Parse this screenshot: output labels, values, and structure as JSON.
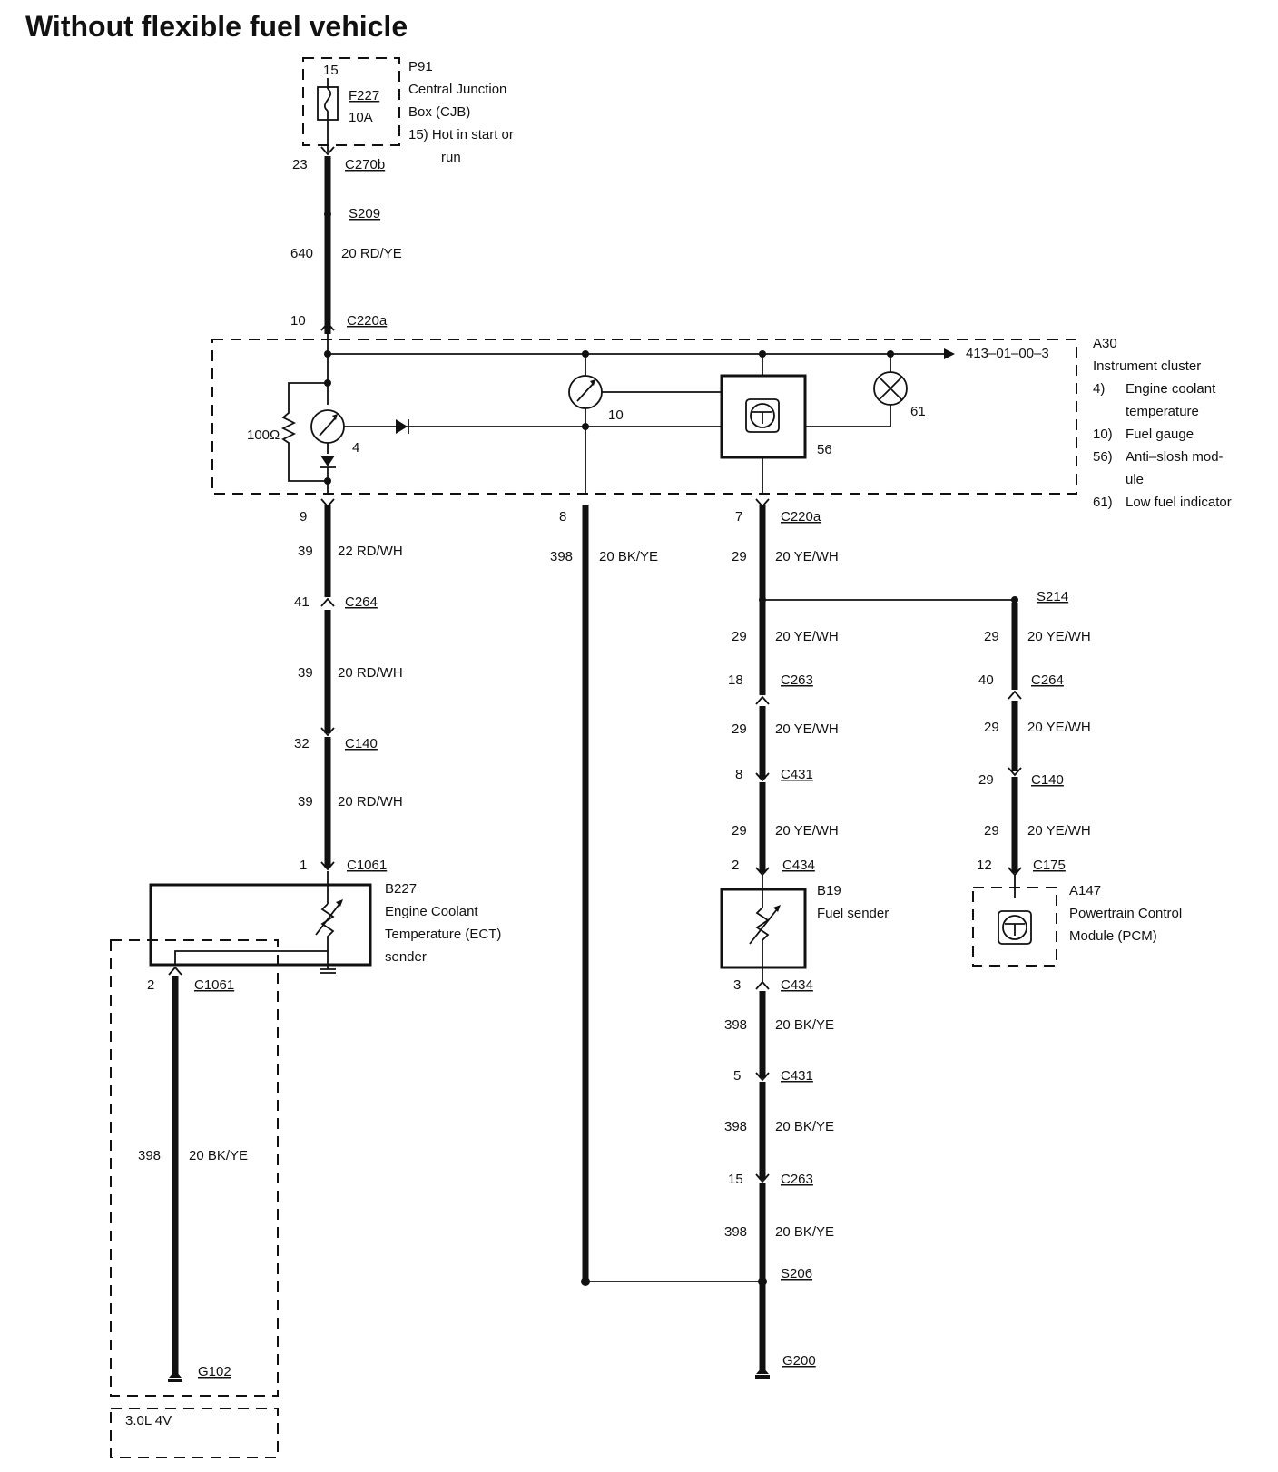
{
  "title": "Without flexible fuel vehicle",
  "cjb": {
    "pin": "15",
    "fuse": "F227",
    "rating": "10A",
    "ref": "P91",
    "name_line1": "Central Junction",
    "name_line2": "Box (CJB)",
    "note_line1": "15)  Hot in start or",
    "note_line2": "run"
  },
  "left_wire": {
    "pin_c270b": "23",
    "c270b": "C270b",
    "s209": "S209",
    "circuit1": "640",
    "gauge1": "20 RD/YE",
    "pin_c220a": "10",
    "c220a": "C220a",
    "pin9": "9",
    "circuit2": "39",
    "gauge2": "22 RD/WH",
    "pin41": "41",
    "c264": "C264",
    "circuit3": "39",
    "gauge3": "20 RD/WH",
    "pin32": "32",
    "c140": "C140",
    "circuit4": "39",
    "gauge4": "20 RD/WH",
    "pin1": "1",
    "c1061": "C1061"
  },
  "cluster": {
    "ref": "A30",
    "name": "Instrument cluster",
    "items": [
      {
        "num": "4)",
        "line1": "Engine coolant",
        "line2": "temperature"
      },
      {
        "num": "10)",
        "line1": "Fuel gauge",
        "line2": ""
      },
      {
        "num": "56)",
        "line1": "Anti–slosh mod-",
        "line2": "ule"
      },
      {
        "num": "61)",
        "line1": "Low fuel indicator",
        "line2": ""
      }
    ],
    "resistor": "100Ω",
    "label4": "4",
    "label10": "10",
    "label56": "56",
    "label61": "61",
    "arrow_ref": "413–01–00–3"
  },
  "mid_wire": {
    "pin8": "8",
    "circuit": "398",
    "gauge": "20 BK/YE"
  },
  "right_wire": {
    "pin7": "7",
    "c220a": "C220a",
    "circuit1": "29",
    "gauge1": "20 YE/WH",
    "circuit2": "29",
    "gauge2": "20 YE/WH",
    "pin18": "18",
    "c263": "C263",
    "circuit3": "29",
    "gauge3": "20 YE/WH",
    "pin8": "8",
    "c431": "C431",
    "circuit4": "29",
    "gauge4": "20 YE/WH",
    "pin2": "2",
    "c434": "C434",
    "pin3": "3",
    "c434b": "C434",
    "circuit5": "398",
    "gauge5": "20 BK/YE",
    "pin5": "5",
    "c431b": "C431",
    "circuit6": "398",
    "gauge6": "20 BK/YE",
    "pin15": "15",
    "c263b": "C263",
    "circuit7": "398",
    "gauge7": "20 BK/YE",
    "s206": "S206",
    "g200": "G200"
  },
  "pcm_wire": {
    "s214": "S214",
    "circuit1": "29",
    "gauge1": "20 YE/WH",
    "pin40": "40",
    "c264": "C264",
    "circuit2": "29",
    "gauge2": "20 YE/WH",
    "circuit3": "29",
    "c140": "C140",
    "circuit4": "29",
    "gauge4": "20 YE/WH",
    "pin12": "12",
    "c175": "C175"
  },
  "ect_sender": {
    "ref": "B227",
    "line1": "Engine Coolant",
    "line2": "Temperature (ECT)",
    "line3": "sender"
  },
  "fuel_sender": {
    "ref": "B19",
    "name": "Fuel sender"
  },
  "pcm": {
    "ref": "A147",
    "line1": "Powertrain Control",
    "line2": "Module (PCM)"
  },
  "ground_wire": {
    "pin2": "2",
    "c1061": "C1061",
    "circuit": "398",
    "gauge": "20 BK/YE",
    "g102": "G102"
  },
  "engine_note": "3.0L 4V"
}
